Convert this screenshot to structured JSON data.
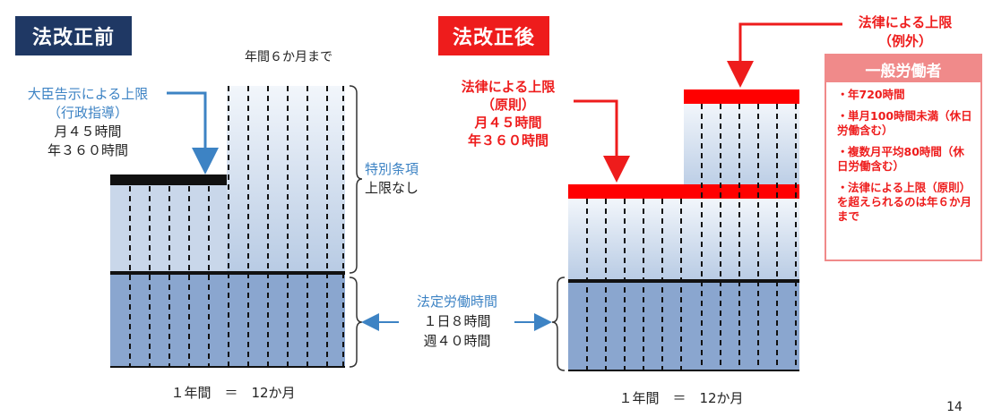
{
  "before": {
    "badge": "法改正前",
    "badge_color": "#1f3864",
    "six_months": "年間６か月まで",
    "guideline_lines": [
      "大臣告示による上限",
      "（行政指導）"
    ],
    "guideline_values": [
      "月４５時間",
      "年３６０時間"
    ],
    "special_lines": [
      "特別条項",
      "上限なし"
    ],
    "year_label": "１年間　＝　12か月"
  },
  "statutory": {
    "lines": [
      "法定労働時間",
      "１日８時間",
      "週４０時間"
    ]
  },
  "after": {
    "badge": "法改正後",
    "badge_color": "#ee1c1c",
    "exception_lines": [
      "法律による上限",
      "（例外）"
    ],
    "principle_lines": [
      "法律による上限",
      "（原則）",
      "月４５時間",
      "年３６０時間"
    ],
    "year_label": "１年間　＝　12か月"
  },
  "panel": {
    "title": "一般労働者",
    "items": [
      "年720時間",
      "単月100時間未満（休日労働含む）",
      "複数月平均80時間（休日労働含む）",
      "法律による上限（原則）を超えられるのは年６か月まで"
    ]
  },
  "page_number": "14",
  "colors": {
    "light_blue": "#c9d7ea",
    "dark_blue": "#8aa6cf",
    "red": "#ff0000",
    "bar_black": "#111111"
  }
}
